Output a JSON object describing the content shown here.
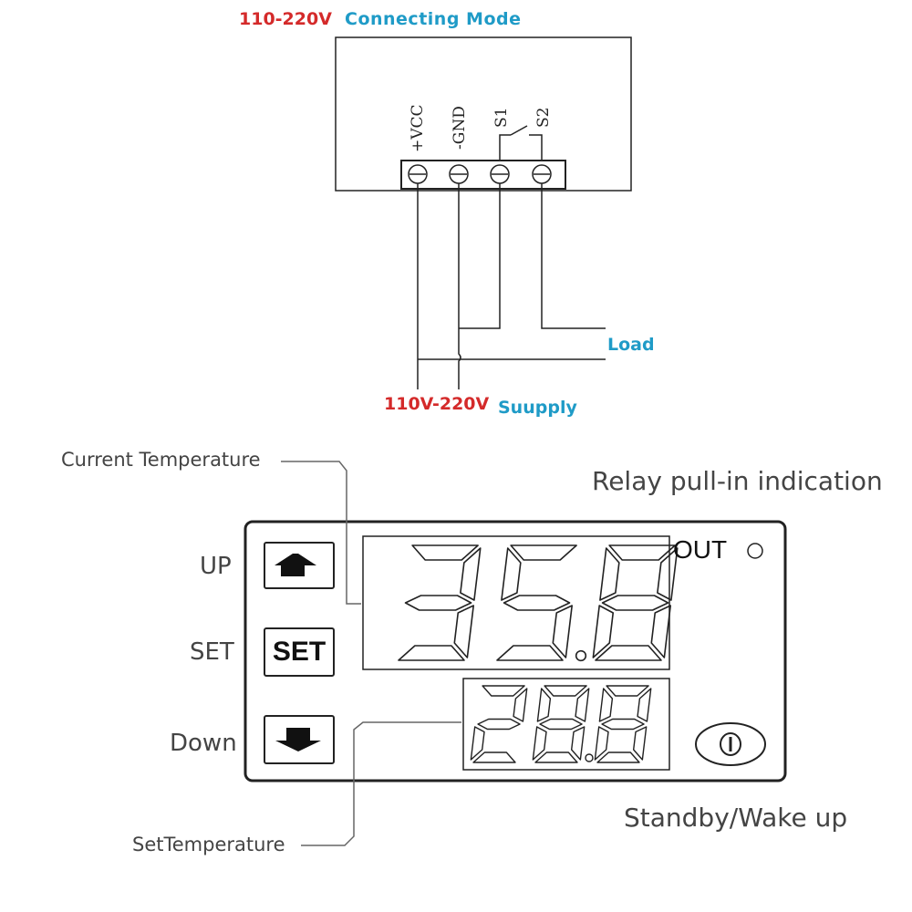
{
  "header": {
    "voltage": "110-220V",
    "mode": "Connecting  Mode"
  },
  "terminals": [
    "+VCC",
    "-GND",
    "S1",
    "S2"
  ],
  "wiring": {
    "load_label": "Load",
    "supply_voltage": "110V-220V",
    "supply_label": "Suupply"
  },
  "panel": {
    "current_temperature_label": "Current Temperature",
    "relay_label": "Relay pull-in indication",
    "out_label": "OUT",
    "up_label": "UP",
    "set_side_label": "SET",
    "set_button_text": "SET",
    "down_label": "Down",
    "standby_label": "Standby/Wake up",
    "set_temperature_label": "SetTemperature",
    "current_display_value": "35.8",
    "set_display_value": "28.8"
  },
  "colors": {
    "voltage": "#d42a2a",
    "label": "#1f9bc7"
  },
  "icons": [
    "arrow-up-icon",
    "arrow-down-icon",
    "power-icon",
    "relay-indicator-icon"
  ]
}
